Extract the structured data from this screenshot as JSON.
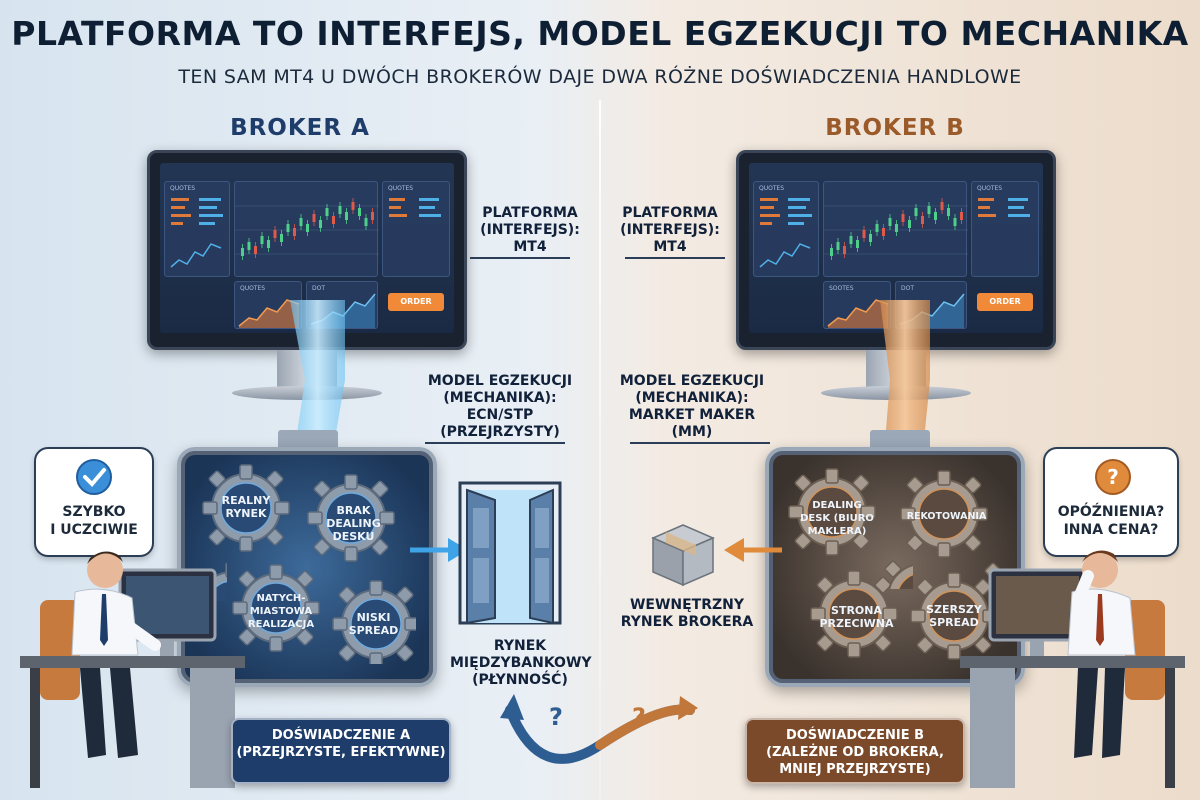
{
  "header": {
    "title": "PLATFORMA TO INTERFEJS, MODEL EGZEKUCJI TO MECHANIKA",
    "subtitle": "TEN SAM MT4 U DWÓCH BROKERÓW DAJE DWA RÓŻNE DOŚWIADCZENIA HANDLOWE"
  },
  "broker_a": {
    "title": "BROKER A",
    "screen": {
      "quotes_1": "QUOTES",
      "quotes_2": "QUOTES",
      "tab_1": "QUOTES",
      "tab_2": "DOT",
      "order": "ORDER"
    },
    "platform_label": "PLATFORMA\n(INTERFEJS):\nMT4",
    "model_label": "MODEL EGZEKUCJI\n(MECHANIKA):\nECN/STP\n(PRZEJRZYSTY)",
    "gears": [
      "REALNY\nRYNEK",
      "BRAK\nDEALING\nDESKU",
      "NATYCH-\nMIASTOWA\nREALIZACJA",
      "NISKI\nSPREAD"
    ],
    "bubble": "SZYBKO\nI UCZCIWIE",
    "destination": "RYNEK\nMIĘDZYBANKOWY\n(PŁYNNOŚĆ)",
    "result": "DOŚWIADCZENIE A\n(PRZEJRZYSTE, EFEKTYWNE)"
  },
  "broker_b": {
    "title": "BROKER B",
    "screen": {
      "quotes_1": "QUOTES",
      "quotes_2": "QUOTES",
      "tab_1": "SOOTES",
      "tab_2": "DOT",
      "order": "ORDER"
    },
    "platform_label": "PLATFORMA\n(INTERFEJS):\nMT4",
    "model_label": "MODEL EGZEKUCJI\n(MECHANIKA):\nMARKET MAKER\n(MM)",
    "gears": [
      "DEALING\nDESK (BIURO\nMAKLERA)",
      "REKOTOWANIA",
      "STRONA\nPRZECIWNA",
      "SZERSZY\nSPREAD"
    ],
    "bubble": "OPÓŹNIENIA?\nINNA CENA?",
    "destination": "WEWNĘTRZNY\nRYNEK BROKERA",
    "result": "DOŚWIADCZENIE B\n(ZALEŻNE OD BROKERA,\nMNIEJ PRZEJRZYSTE)"
  },
  "question_marks": [
    "?",
    "?"
  ],
  "colors": {
    "blue_accent": "#3fa3e8",
    "orange_accent": "#e08a3c",
    "result_a": "#1f3d6b",
    "result_b": "#7a4a2a"
  }
}
